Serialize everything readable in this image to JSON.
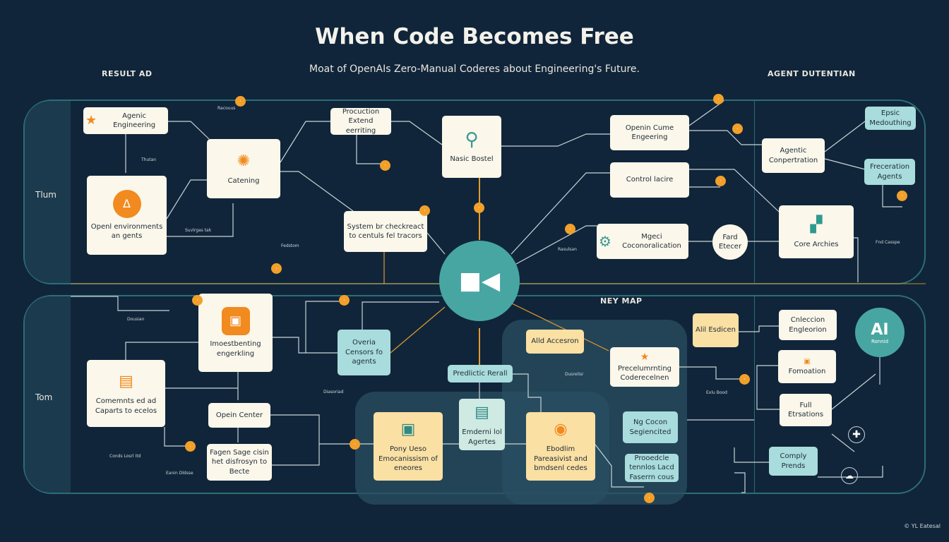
{
  "title": "When Code Becomes Free",
  "subtitle": "Moat of OpenAIs Zero-Manual Coderes about Engineering's Future.",
  "headers": {
    "left": "RESULT AD",
    "right": "AGENT DUTENTIAN",
    "map": "NEY MAP"
  },
  "lanes": [
    "Tlum",
    "Tom"
  ],
  "top_nodes": {
    "agentic_engineering": "Agenic Engineering",
    "openl_env": "Openl environments an gents",
    "catening": "Catening",
    "production": "Procuction Extend eerriting",
    "system": "System br checkreact to centuls fel tracors",
    "nasic": "Nasic Bostel",
    "openin_cume": "Openin Cume Engeering",
    "control": "Control lacire",
    "agentic_comp": "Agentic Conpertration",
    "epsic": "Epsic Medouthing",
    "freceration": "Freceration Agents",
    "core": "Core Archies",
    "mgeci": "Mgeci Coconoralication",
    "fard": "Fard Etecer"
  },
  "bottom_nodes": {
    "imoest": "Imoestbenting engerkling",
    "comemnts": "Comemnts ed ad Caparts to ecelos",
    "openin_center": "Opein Center",
    "fagen": "Fagen Sage cisin het disfrosyn to Becte",
    "overia": "Overia Censors fo agents",
    "predlictic": "Predlictic Rerall",
    "emderni": "Emderni lol Agertes",
    "pony": "Pony Ueso Emocanissism of eneores",
    "ebodlim": "Ebodlim Pareasivist and bmdsenl cedes",
    "alld": "Alld Accesron",
    "precel": "Precelumrnting Coderecelnen",
    "alil": "Alil Esdicen",
    "ng": "Ng Cocon Segiencited",
    "prooedcle": "Prooedcle tennlos Lacd Faserrn cous",
    "cnleccion": "Cnleccion Engleorion",
    "fomoation": "Fomoation",
    "full": "Full Etrsations",
    "comply": "Comply Prends",
    "ai_title": "AI",
    "ai_sub": "Ronnid"
  },
  "notes": [
    "Thutan",
    "Racouus",
    "Suvlrgas tak",
    "Fedstom",
    "Dousian",
    "Diasoriad",
    "Rasulsan",
    "Fnd Casspe",
    "Conds Losrl Itd",
    "Eanin Dldsse",
    "Exlu Bood",
    "Dusrelisr"
  ],
  "footer": "© YL Eatesal",
  "colors": {
    "bg": "#10253a",
    "accent": "#f2a02a",
    "teal": "#48a6a2",
    "cream": "#fbf7ea"
  }
}
